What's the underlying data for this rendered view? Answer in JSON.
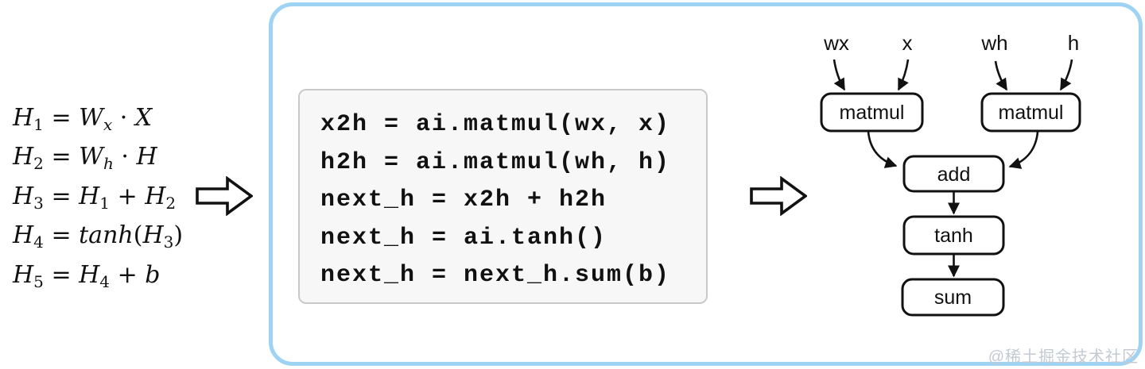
{
  "equations": [
    {
      "tokens": [
        {
          "t": "H",
          "s": "i"
        },
        {
          "t": "1",
          "s": "sub"
        },
        {
          "t": " = ",
          "s": "n"
        },
        {
          "t": "W",
          "s": "i"
        },
        {
          "t": "x",
          "s": "subi"
        },
        {
          "t": " · ",
          "s": "n"
        },
        {
          "t": "X",
          "s": "i"
        }
      ]
    },
    {
      "tokens": [
        {
          "t": "H",
          "s": "i"
        },
        {
          "t": "2",
          "s": "sub"
        },
        {
          "t": " = ",
          "s": "n"
        },
        {
          "t": "W",
          "s": "i"
        },
        {
          "t": "h",
          "s": "subi"
        },
        {
          "t": " · ",
          "s": "n"
        },
        {
          "t": "H",
          "s": "i"
        }
      ]
    },
    {
      "tokens": [
        {
          "t": "H",
          "s": "i"
        },
        {
          "t": "3",
          "s": "sub"
        },
        {
          "t": " = ",
          "s": "n"
        },
        {
          "t": "H",
          "s": "i"
        },
        {
          "t": "1",
          "s": "sub"
        },
        {
          "t": " + ",
          "s": "n"
        },
        {
          "t": "H",
          "s": "i"
        },
        {
          "t": "2",
          "s": "sub"
        }
      ]
    },
    {
      "tokens": [
        {
          "t": "H",
          "s": "i"
        },
        {
          "t": "4",
          "s": "sub"
        },
        {
          "t": " = ",
          "s": "n"
        },
        {
          "t": "tanh",
          "s": "i"
        },
        {
          "t": "(",
          "s": "n"
        },
        {
          "t": "H",
          "s": "i"
        },
        {
          "t": "3",
          "s": "sub"
        },
        {
          "t": ")",
          "s": "n"
        }
      ]
    },
    {
      "tokens": [
        {
          "t": "H",
          "s": "i"
        },
        {
          "t": "5",
          "s": "sub"
        },
        {
          "t": " = ",
          "s": "n"
        },
        {
          "t": "H",
          "s": "i"
        },
        {
          "t": "4",
          "s": "sub"
        },
        {
          "t": " + ",
          "s": "n"
        },
        {
          "t": "b",
          "s": "i"
        }
      ]
    }
  ],
  "code": {
    "lines": [
      "x2h = ai.matmul(wx, x)",
      "h2h = ai.matmul(wh, h)",
      "next_h = x2h + h2h",
      "next_h = ai.tanh()",
      "next_h = next_h.sum(b)"
    ]
  },
  "graph": {
    "inputs": [
      "wx",
      "x",
      "wh",
      "h"
    ],
    "nodes": [
      "matmul",
      "matmul",
      "add",
      "tanh",
      "sum"
    ]
  },
  "watermark": {
    "text": "@稀土掘金技术社区"
  },
  "colors": {
    "container_border": "#9ed3f4",
    "code_bg": "#f7f7f7",
    "code_border": "#c9c9c9",
    "ink": "#111111",
    "watermark": "#c3cad2"
  }
}
